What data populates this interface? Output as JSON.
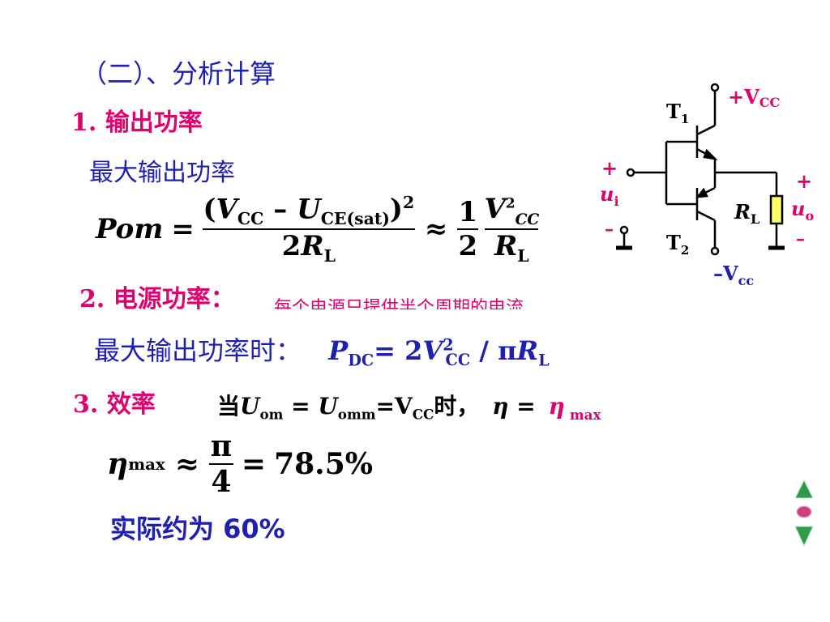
{
  "section_title": "（二）、分析计算",
  "item1": {
    "number": "1.",
    "title": "输出功率",
    "subtitle": "最大输出功率"
  },
  "formula_pom": {
    "lhs": "Pom",
    "eq": "=",
    "num_open": "(",
    "V": "V",
    "V_sub": "CC",
    "minus": "–",
    "U": "U",
    "U_sub": "CE(sat)",
    "num_close": ")",
    "num_sup": "2",
    "den_2": "2",
    "den_R": "R",
    "den_R_sub": "L",
    "approx": "≈",
    "half_num": "1",
    "half_den": "2",
    "v2_V": "V",
    "v2_sub": "CC",
    "v2_sup": "2",
    "v2_den_R": "R",
    "v2_den_R_sub": "L"
  },
  "item2": {
    "number": "2.",
    "title": "电源功率：",
    "overlay_text": "每个电源只提供半个周期的电流"
  },
  "pdc": {
    "label": "最大输出功率时：",
    "P": "P",
    "P_sub": "DC",
    "eq_part": "= 2",
    "V": "V",
    "V_sup": "2",
    "V_sub": "CC",
    "slash": " / ",
    "pi": "π",
    "R": "R",
    "R_sub": "L"
  },
  "item3": {
    "number": "3.",
    "title": "效率"
  },
  "cond": {
    "prefix": "当",
    "U1": "U",
    "U1_sub": "om",
    "eq1": " = ",
    "U2": "U",
    "U2_sub": "omm",
    "eq2": "=V",
    "V_sub": "CC",
    "suffix": "时，",
    "eta1": "η",
    "eq3": " = ",
    "eta2": "η",
    "eta2_sub": "max"
  },
  "eff": {
    "eta": "η",
    "eta_sub": "max",
    "approx": "≈",
    "pi": "π",
    "den": "4",
    "eq": "=",
    "value": "78.5%"
  },
  "actual": "实际约为 60%",
  "circuit": {
    "vcc_pos": "+V",
    "vcc_pos_sub": "CC",
    "vcc_neg": "–V",
    "vcc_neg_sub": "cc",
    "t1": "T",
    "t1_sub": "1",
    "t2": "T",
    "t2_sub": "2",
    "ui": "u",
    "ui_sub": "i",
    "uo": "u",
    "uo_sub": "o",
    "rl": "R",
    "rl_sub": "L",
    "plus": "+",
    "minus": "–"
  },
  "colors": {
    "heading_red": "#e0006e",
    "body_blue": "#1f1fb4",
    "nav_green": "#2e9a4a",
    "nav_pink": "#d0407e"
  }
}
